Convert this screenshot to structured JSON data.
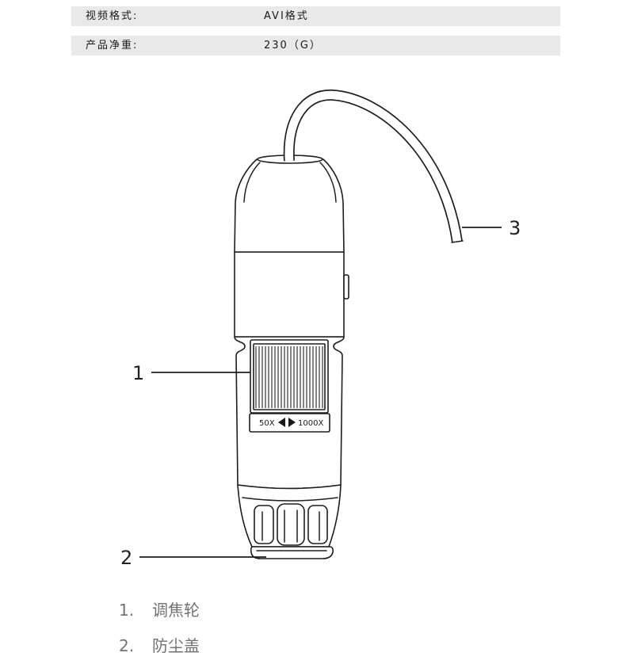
{
  "specs": [
    {
      "label": "视频格式:",
      "value": "AVI格式"
    },
    {
      "label": "产品净重:",
      "value": "230（G）"
    }
  ],
  "diagram": {
    "zoom_plate": {
      "min": "50X",
      "max": "1000X"
    },
    "callouts": [
      "1",
      "2",
      "3"
    ]
  },
  "legend": [
    {
      "number": "1.",
      "text": "调焦轮"
    },
    {
      "number": "2.",
      "text": "防尘盖"
    }
  ],
  "icons": {
    "zoom_decrease": "arrow-left-icon",
    "zoom_increase": "arrow-right-icon"
  },
  "colors": {
    "row_bg": "#e9e9e9",
    "line": "#1e1e1e",
    "spec_text": "#1a1a1a",
    "legend_text": "#727272"
  }
}
